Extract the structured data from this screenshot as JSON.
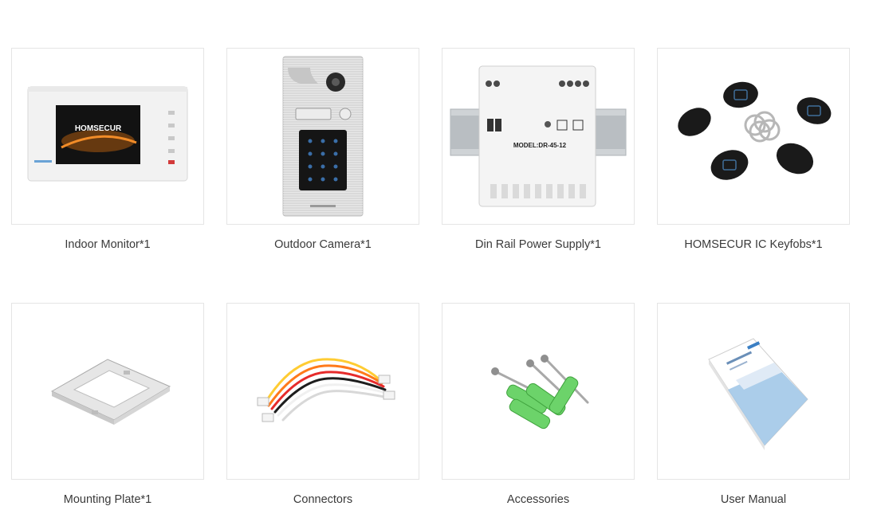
{
  "products": [
    {
      "label": "Indoor Monitor*1",
      "icon": "indoor-monitor-icon",
      "brand_on_screen": "HOMSECUR"
    },
    {
      "label": "Outdoor Camera*1",
      "icon": "outdoor-camera-icon"
    },
    {
      "label": "Din Rail Power Supply*1",
      "icon": "power-supply-icon",
      "model_text": "MODEL:DR-45-12"
    },
    {
      "label": "HOMSECUR IC Keyfobs*1",
      "icon": "keyfob-icon"
    },
    {
      "label": "Mounting Plate*1",
      "icon": "mounting-plate-icon"
    },
    {
      "label": "Connectors",
      "icon": "connector-cables-icon"
    },
    {
      "label": "Accessories",
      "icon": "screws-anchors-icon"
    },
    {
      "label": "User Manual",
      "icon": "user-manual-icon"
    }
  ],
  "colors": {
    "card_border": "#e5e5e5",
    "caption_text": "#3a3a3a",
    "anchor_green": "#6cd36a"
  }
}
